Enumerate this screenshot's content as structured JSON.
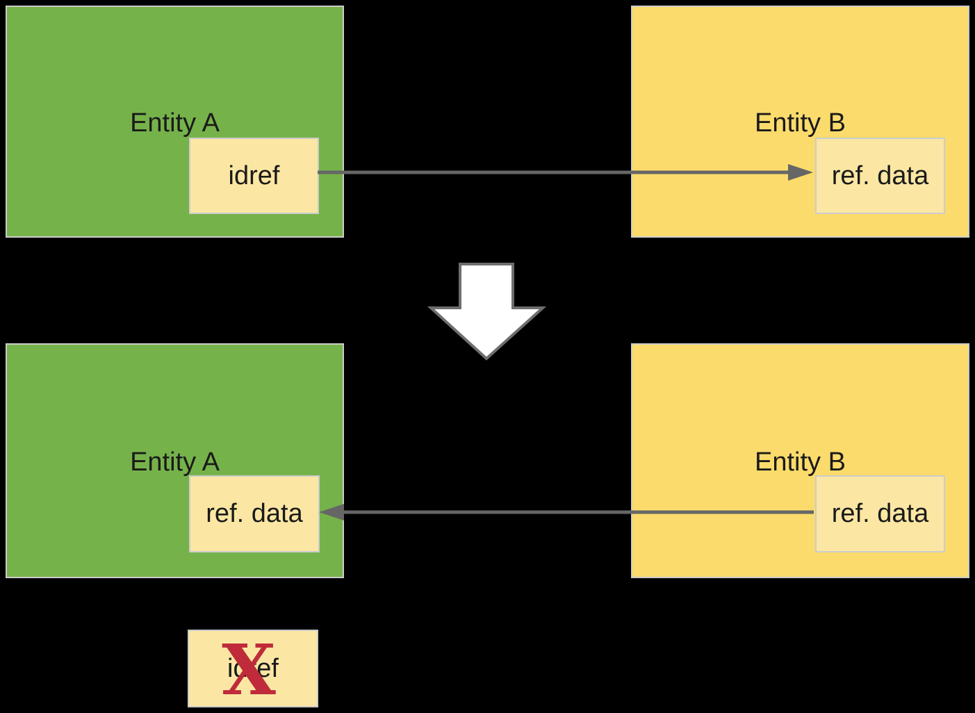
{
  "diagram": {
    "description": "idref dereferencing transformation diagram",
    "before": {
      "entity_a": {
        "title": "Entity A",
        "field": "idref"
      },
      "entity_b": {
        "title": "Entity B",
        "field": "ref. data"
      }
    },
    "after": {
      "entity_a": {
        "title": "Entity A",
        "field": "ref. data"
      },
      "entity_b": {
        "title": "Entity B",
        "field": "ref. data"
      },
      "removed_field": "idref",
      "removed_mark": "X"
    },
    "colors": {
      "entity_a_fill": "#76B24A",
      "entity_b_fill": "#FBDB6B",
      "field_fill": "#FBE7A3",
      "box_border": "#CCCCCC",
      "connector": "#666666",
      "transform_arrow_fill": "#FFFFFF",
      "transform_arrow_stroke": "#6E6E6E",
      "cancel_x": "#BF2B3A",
      "text": "#1A1A1A",
      "background": "#000000"
    }
  }
}
